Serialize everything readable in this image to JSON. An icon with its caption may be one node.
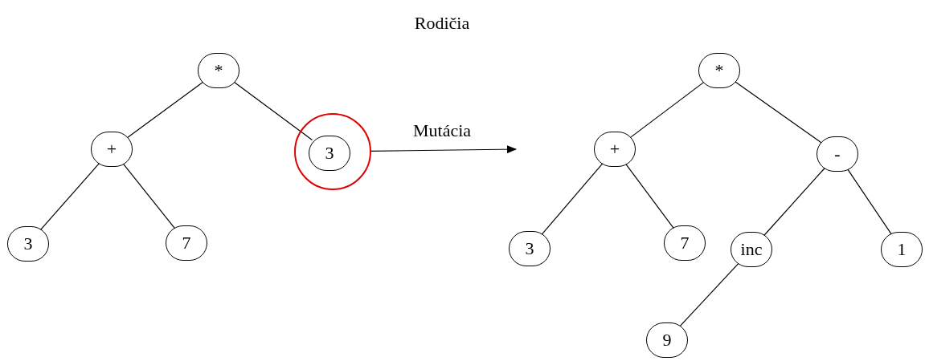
{
  "diagram": {
    "title": "Rodičia",
    "nodes": [
      {
        "text": [
          "*"
        ]
      },
      {
        "text": [
          "+"
        ]
      },
      {
        "text": [],
        "shape": "circle"
      },
      {
        "text": [
          "3"
        ],
        "in": 2
      },
      {
        "text": [
          "3"
        ]
      },
      {
        "text": [
          "7"
        ]
      },
      {
        "text": [
          "*"
        ]
      },
      {
        "text": [
          "+"
        ]
      },
      {
        "text": [
          "-"
        ]
      },
      {
        "text": [
          "3"
        ]
      },
      {
        "text": [
          "7"
        ]
      },
      {
        "text": [
          "inc"
        ]
      },
      {
        "text": [
          "1"
        ]
      },
      {
        "text": [
          "9"
        ]
      }
    ],
    "edges": [
      {
        "from": 0,
        "to": 1,
        "arrow": "none"
      },
      {
        "from": 0,
        "to": 3,
        "arrow": "none"
      },
      {
        "from": 1,
        "to": 4,
        "arrow": "none"
      },
      {
        "from": 1,
        "to": 5,
        "arrow": "none"
      },
      {
        "from": 2,
        "to": null,
        "arrow": "to",
        "label": "Mutácia"
      },
      {
        "from": 6,
        "to": 7,
        "arrow": "none"
      },
      {
        "from": 6,
        "to": 8,
        "arrow": "none"
      },
      {
        "from": 7,
        "to": 9,
        "arrow": "none"
      },
      {
        "from": 7,
        "to": 10,
        "arrow": "none"
      },
      {
        "from": 8,
        "to": 11,
        "arrow": "none"
      },
      {
        "from": 8,
        "to": 12,
        "arrow": "none"
      },
      {
        "from": 11,
        "to": 13,
        "arrow": "none"
      }
    ]
  }
}
